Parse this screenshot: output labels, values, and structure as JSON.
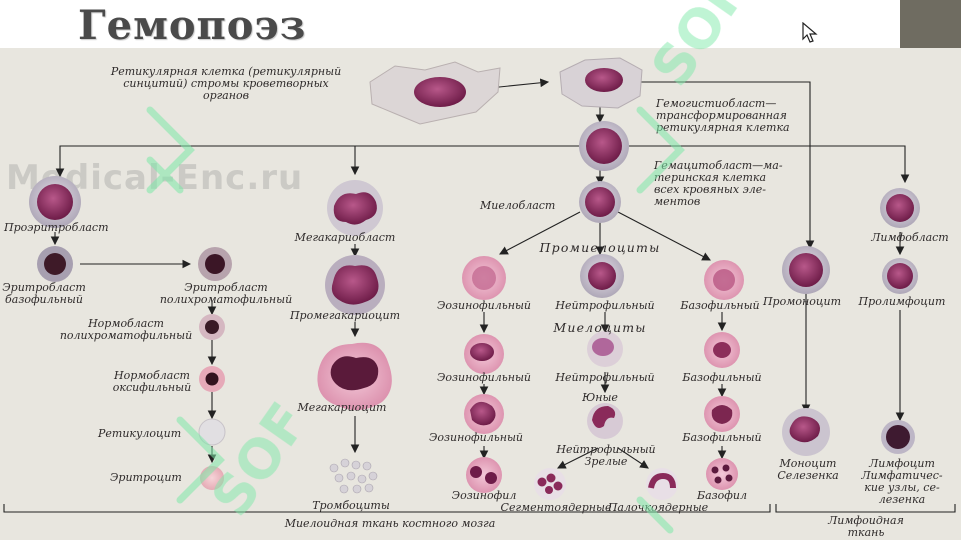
{
  "title": "Гемопоэз",
  "watermark_domain": "Medical-Enc.ru",
  "watermark_brand": "isof",
  "colors": {
    "band": "#6f6c61",
    "panel": "#e8e6df",
    "nucleus": "#8a2a5a",
    "cytoplasm": "#c9c4cf",
    "watermark": "#7ee8a8"
  },
  "labels": {
    "reticular_cell": "Ретикулярная клетка (ретикулярный\nсинцитий) стромы кроветворных\nорганов",
    "hemohistioblast": "Гемогистиобласт—\nтрансформированная\nретикулярная клетка",
    "hemocytoblast": "Гемацитобласт—ма-\nтеринская клетка\nвсех кровяных эле-\nментов",
    "proerythroblast": "Проэритробласт",
    "erythroblast_basophilic": "Эритробласт\nбазофильный",
    "erythroblast_polychromatophilic": "Эритробласт\nполихроматофильный",
    "normoblast_polychromatophilic": "Нормобласт\nполихроматофильный",
    "normoblast_oxyphilic": "Нормобласт\nоксифильный",
    "reticulocyte": "Ретикулоцит",
    "erythrocyte": "Эритроцит",
    "megakaryoblast": "Мегакариобласт",
    "promegakaryocyte": "Промегакариоцит",
    "megakaryocyte": "Мегакариоцит",
    "platelets": "Тромбоциты",
    "myeloblast": "Миелобласт",
    "promyelocytes": "Промиелоциты",
    "eosinophilic_1": "Эозинофильный",
    "neutrophilic_1": "Нейтрофильный",
    "basophilic_1": "Базофильный",
    "myelocytes": "Миелоциты",
    "eosinophilic_2": "Эозинофильный",
    "neutrophilic_2": "Нейтрофильный",
    "basophilic_2": "Базофильный",
    "young": "Юные",
    "eosinophilic_3": "Эозинофильный",
    "neutrophilic_mature": "Нейтрофильный\nЗрелые",
    "basophilic_3": "Базофильный",
    "eosinophil": "Эозинофил",
    "segmented": "Сегментоядерные",
    "band_cells": "Палочкоядерные",
    "basophil": "Базофил",
    "promonocyte": "Промоноцит",
    "monocyte": "Моноцит\nСелезенка",
    "lymphoblast": "Лимфобласт",
    "prolymphocyte": "Пролимфоцит",
    "lymphocyte": "Лимфоцит\nЛимфатичес-\nкие узлы, се-\nлезенка",
    "myeloid_tissue": "Миелоидная ткань костного мозга",
    "lymphoid_tissue": "Лимфоидная\nткань"
  }
}
